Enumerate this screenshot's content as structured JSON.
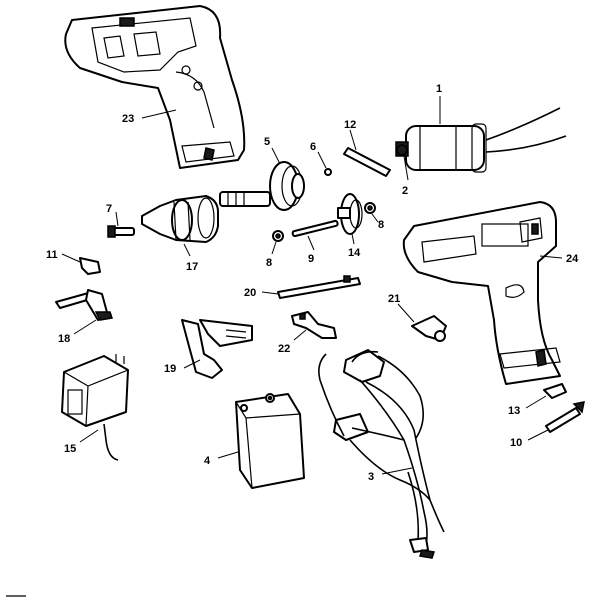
{
  "callouts": {
    "c1": "1",
    "c2": "2",
    "c3": "3",
    "c4": "4",
    "c5": "5",
    "c6": "6",
    "c7": "7",
    "c8a": "8",
    "c8b": "8",
    "c9": "9",
    "c10": "10",
    "c11": "11",
    "c12": "12",
    "c13": "13",
    "c14": "14",
    "c15": "15",
    "c17": "17",
    "c18": "18",
    "c19": "19",
    "c20": "20",
    "c21": "21",
    "c22": "22",
    "c23": "23",
    "c24": "24"
  }
}
